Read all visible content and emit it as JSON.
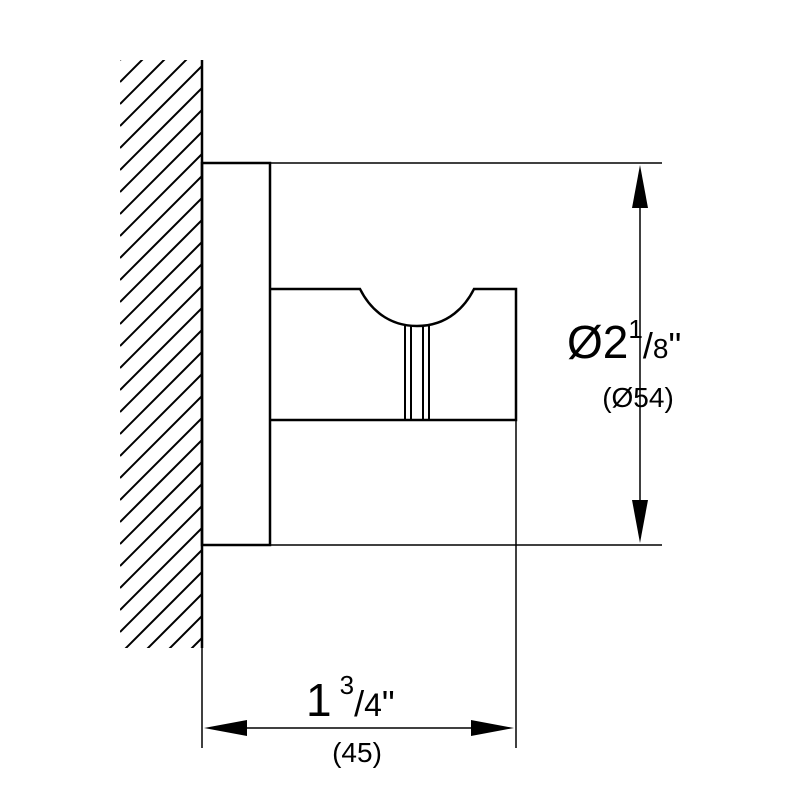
{
  "drawing": {
    "line_color": "#000000",
    "background": "#ffffff"
  },
  "dim_diameter": {
    "symbol_and_whole": "Ø2",
    "fraction_numerator": "1",
    "fraction_slash": "/",
    "fraction_denominator": "8",
    "unit": "\"",
    "metric": "(Ø54)"
  },
  "dim_depth": {
    "whole": "1",
    "fraction_numerator": "3",
    "fraction_slash": "/",
    "fraction_denominator": "4",
    "unit": "\"",
    "metric": "(45)"
  }
}
